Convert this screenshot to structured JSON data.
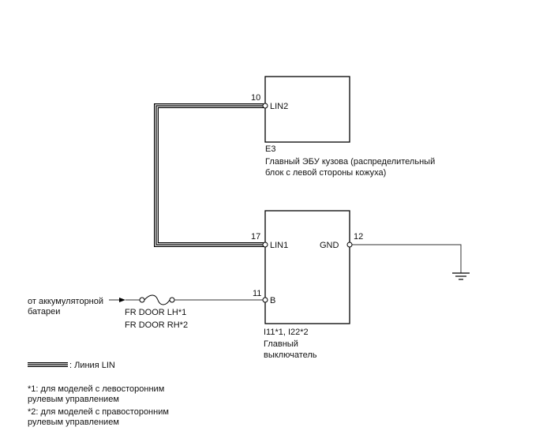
{
  "ecu": {
    "pin_number": "10",
    "pin_label": "LIN2",
    "connector": "E3",
    "name_line1": "Главный ЭБУ кузова (распределительный",
    "name_line2": "блок с левой стороны кожуха)"
  },
  "switch": {
    "lin1_pin_number": "17",
    "lin1_pin_label": "LIN1",
    "gnd_pin_number": "12",
    "gnd_pin_label": "GND",
    "b_pin_number": "11",
    "b_pin_label": "B",
    "connector": "I11*1, I22*2",
    "name_line1": "Главный",
    "name_line2": "выключатель"
  },
  "battery": {
    "line1": "от аккумуляторной",
    "line2": "батареи"
  },
  "fuse": {
    "label1": "FR DOOR LH*1",
    "label2": "FR DOOR RH*2"
  },
  "legend": {
    "lin_line": ": Линия LIN"
  },
  "notes": {
    "note1_line1": "*1: для моделей с левосторонним",
    "note1_line2": "рулевым управлением",
    "note2_line1": "*2: для моделей с правосторонним",
    "note2_line2": "рулевым управлением"
  }
}
